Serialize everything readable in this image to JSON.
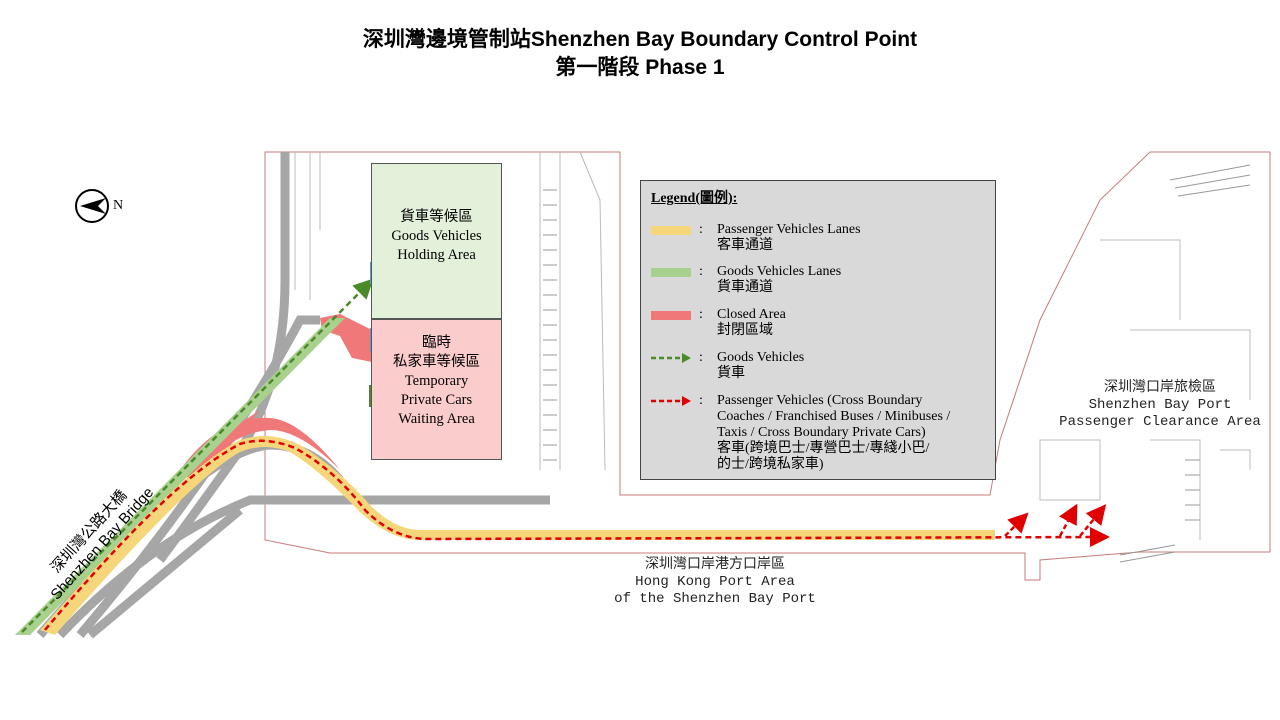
{
  "title": {
    "line1": "深圳灣邊境管制站Shenzhen Bay Boundary Control Point",
    "line2": "第一階段 Phase 1"
  },
  "compass": {
    "label": "N",
    "icon": "north-arrow-icon"
  },
  "zones": {
    "goods_holding": {
      "zh": "貨車等候區",
      "en1": "Goods Vehicles",
      "en2": "Holding  Area"
    },
    "temp_waiting": {
      "zh1": "臨時",
      "zh2": "私家車等候區",
      "en1": "Temporary",
      "en2": "Private  Cars",
      "en3": "Waiting  Area"
    }
  },
  "legend": {
    "title": "Legend(圖例):",
    "items": [
      {
        "text1": "Passenger Vehicles  Lanes",
        "text2": "客車通道",
        "color": "#f5d67a"
      },
      {
        "text1": "Goods Vehicles  Lanes",
        "text2": "貨車通道",
        "color": "#a9d18e"
      },
      {
        "text1": "Closed Area",
        "text2": "封閉區域",
        "color": "#f07878"
      },
      {
        "text1": "Goods Vehicles",
        "text2": "貨車",
        "color": "#4a8a2a"
      },
      {
        "text1": "Passenger Vehicles  (Cross Boundary",
        "text2": "Coaches / Franchised  Buses / Minibuses  /",
        "text3": "Taxis  / Cross Boundary  Private  Cars)",
        "text4": "客車(跨境巴士/專營巴士/專綫小巴/",
        "text5": "的士/跨境私家車)",
        "color": "#e00000"
      }
    ]
  },
  "labels": {
    "hk_area_zh": "深圳灣口岸港方口岸區",
    "hk_area_en1": "Hong Kong Port Area",
    "hk_area_en2": "of  the  Shenzhen Bay Port",
    "sz_port_zh": "深圳灣口岸旅檢區",
    "sz_port_en1": "Shenzhen Bay Port",
    "sz_port_en2": "Passenger Clearance Area",
    "bridge_zh": "深圳灣公路大橋",
    "bridge_en": "Shenzhen Bay Bridge"
  }
}
